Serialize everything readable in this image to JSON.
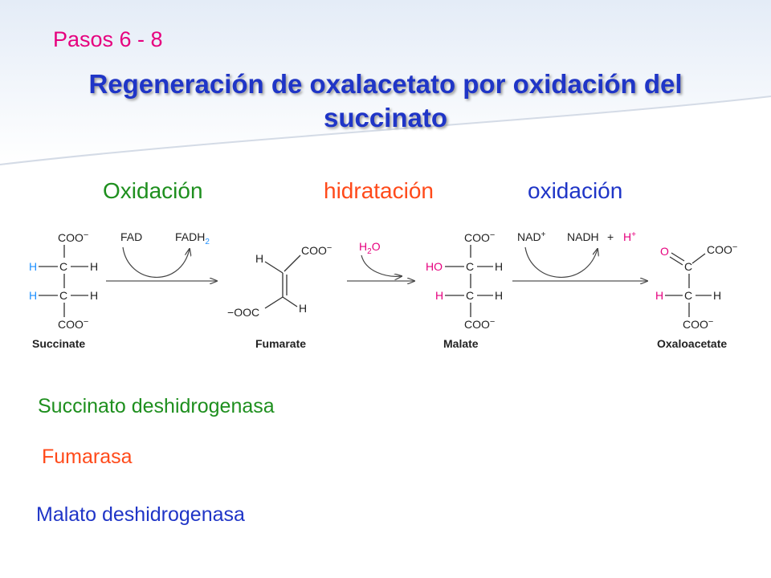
{
  "header": {
    "step": "Pasos 6 - 8",
    "title": "Regeneración de oxalacetato por oxidación del succinato"
  },
  "reaction_types": [
    "Oxidación",
    "hidratación",
    "oxidación"
  ],
  "compounds": [
    "Succinate",
    "Fumarate",
    "Malate",
    "Oxaloacetate"
  ],
  "reagents": {
    "fad": "FAD",
    "fadh": "FADH",
    "fadh_sub": "2",
    "h2o_h": "H",
    "h2o_sub": "2",
    "h2o_o": "O",
    "nad": "NAD",
    "nad_sup": "+",
    "nadh": "NADH",
    "plus": "+",
    "hplus": "H",
    "hplus_sup": "+"
  },
  "atoms": {
    "coo": "COO",
    "minus": "−",
    "ooc": "OOC",
    "c": "C",
    "h": "H",
    "ho": "HO",
    "o": "O"
  },
  "enzymes": [
    "Succinato deshidrogenasa",
    "Fumarasa",
    "Malato deshidrogenasa"
  ],
  "colors": {
    "step": "#e6007e",
    "title": "#1f35c7",
    "green": "#1e8f1e",
    "orange": "#ff4a1a",
    "blue": "#1f35c7",
    "highlight_blue": "#1e90ff",
    "highlight_magenta": "#e6007e"
  }
}
